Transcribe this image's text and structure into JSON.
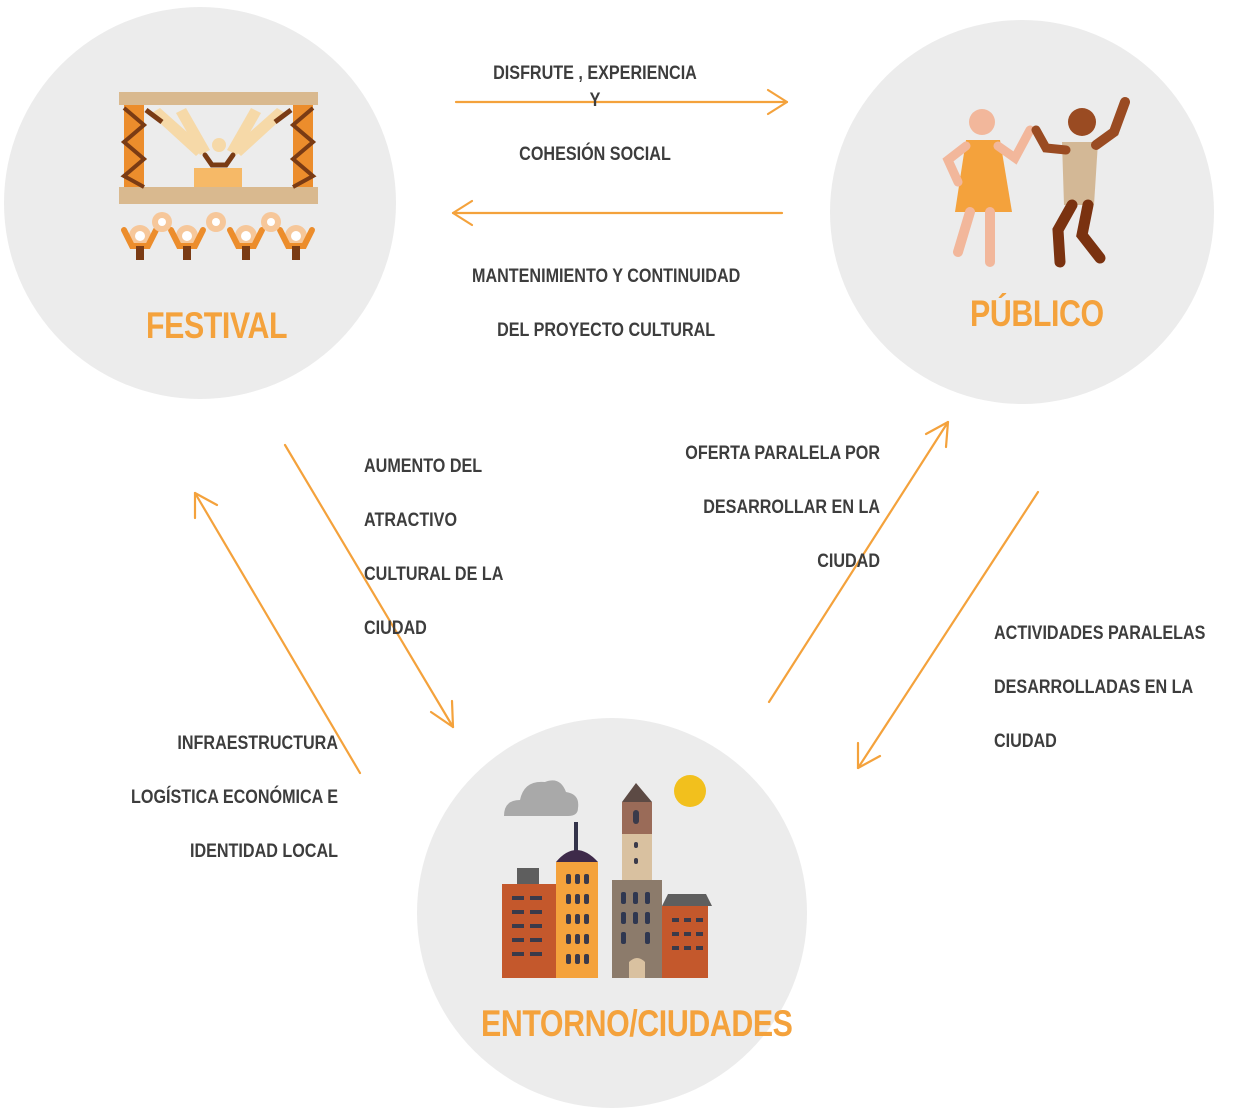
{
  "nodes": {
    "festival": {
      "title": "FESTIVAL",
      "icon": "festival-stage-icon"
    },
    "publico": {
      "title": "PÚBLICO",
      "icon": "dancing-people-icon"
    },
    "entorno": {
      "title": "ENTORNO/CIUDADES",
      "icon": "city-buildings-icon"
    }
  },
  "edges": {
    "festival_to_publico": [
      "DISFRUTE , EXPERIENCIA Y",
      "COHESIÓN SOCIAL"
    ],
    "publico_to_festival": [
      "MANTENIMIENTO Y CONTINUIDAD",
      "DEL PROYECTO CULTURAL"
    ],
    "festival_to_entorno": [
      "AUMENTO DEL",
      "ATRACTIVO",
      "CULTURAL DE LA",
      "CIUDAD"
    ],
    "entorno_to_festival": [
      "INFRAESTRUCTURA",
      "LOGÍSTICA ECONÓMICA E",
      "IDENTIDAD LOCAL"
    ],
    "entorno_to_publico": [
      "OFERTA PARALELA POR",
      "DESARROLLAR EN LA",
      "CIUDAD"
    ],
    "publico_to_entorno": [
      "ACTIVIDADES PARALELAS",
      "DESARROLLADAS EN LA",
      "CIUDAD"
    ]
  },
  "colors": {
    "accent": "#f4a23c",
    "circle": "#ececec",
    "label": "#3d3d3d",
    "arrow": "#f4a23c"
  }
}
